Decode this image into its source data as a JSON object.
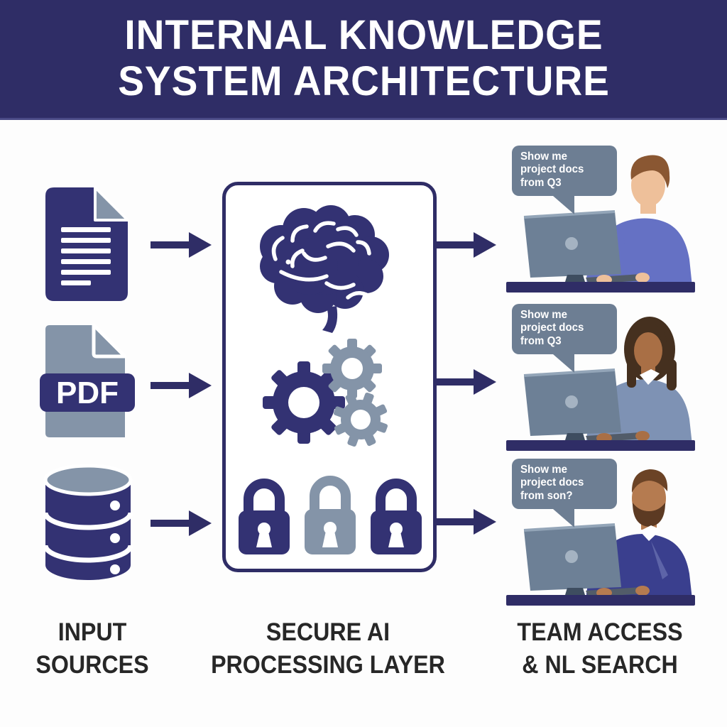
{
  "header": {
    "title": "INTERNAL KNOWLEDGE\nSYSTEM ARCHITECTURE"
  },
  "columns": {
    "input_label": "INPUT\nSOURCES",
    "processing_label": "SECURE AI\nPROCESSING LAYER",
    "access_label": "TEAM ACCESS\n& NL SEARCH"
  },
  "input_sources": {
    "pdf_badge": "PDF",
    "items": [
      "document",
      "pdf-file",
      "database"
    ]
  },
  "processing_icons": [
    "brain",
    "gears",
    "padlocks"
  ],
  "bubbles": [
    {
      "text": "Show me\nproject docs\nfrom Q3"
    },
    {
      "text": "Show me\nproject docs\nfrom Q3"
    },
    {
      "text": "Show me\nproject docs\nfrom son?"
    }
  ],
  "colors": {
    "navy": "#2f2d66",
    "icon-navy": "#333273",
    "slate": "#8494a8",
    "bubble": "#6d7e93",
    "monitor": "#6d8096",
    "monitor-edge": "#93a5b8",
    "stand": "#3e4d60",
    "keyboard": "#525c69",
    "skin1": "#eec09a",
    "hair1": "#8a5732",
    "sweater1": "#6571c4",
    "skin2": "#a96f45",
    "hair2": "#45301f",
    "sweater2": "#7e92b4",
    "skin3": "#b57b50",
    "hair3": "#6b4326",
    "beard3": "#5c3a23",
    "sweater3": "#3a3f8e"
  }
}
